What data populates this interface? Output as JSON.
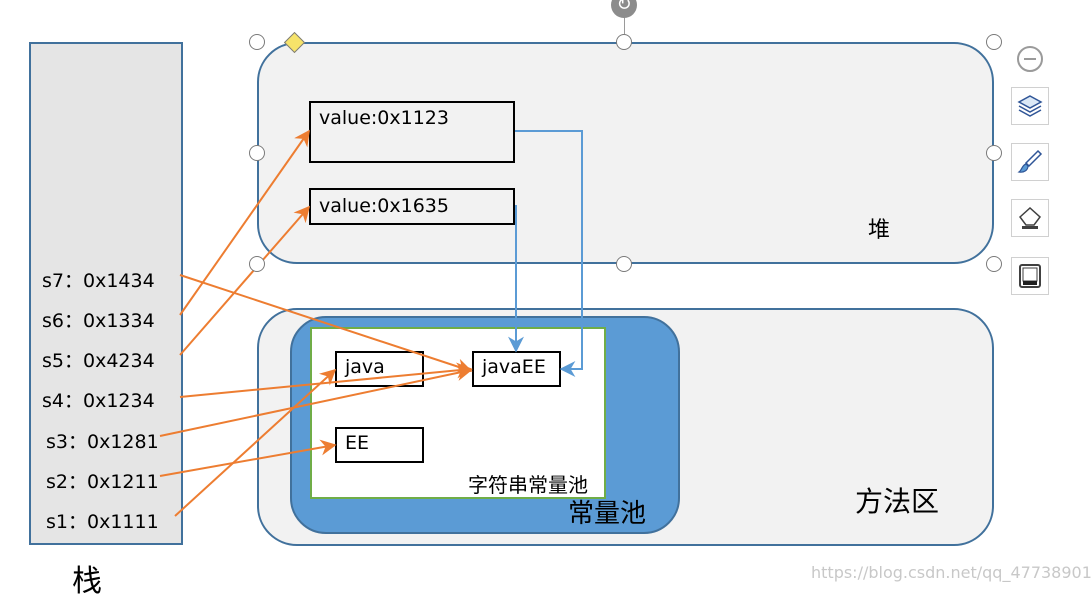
{
  "stack": {
    "title": "栈",
    "items": [
      {
        "label": "s7：0x1434"
      },
      {
        "label": "s6：0x1334"
      },
      {
        "label": "s5：0x4234"
      },
      {
        "label": "s4：0x1234"
      },
      {
        "label": "s3：0x1281"
      },
      {
        "label": "s2：0x1211"
      },
      {
        "label": "s1：0x1111"
      }
    ]
  },
  "heap": {
    "title": "堆",
    "objects": [
      {
        "label": "value:0x1123"
      },
      {
        "label": "value:0x1635"
      }
    ]
  },
  "method_area": {
    "title": "方法区",
    "constant_pool": {
      "title": "常量池",
      "string_pool": {
        "title": "字符串常量池",
        "entries": [
          {
            "label": "java"
          },
          {
            "label": "javaEE"
          },
          {
            "label": "EE"
          }
        ]
      }
    }
  },
  "toolbar": {
    "buttons": [
      "layers-icon",
      "brush-icon",
      "eraser-icon",
      "fill-icon"
    ]
  },
  "colors": {
    "stack_arrow": "#ed7d31",
    "heap_arrow": "#5b9bd5",
    "region_border": "#41719c",
    "pool_fill": "#5b9bd5",
    "string_pool_border": "#70ad47"
  },
  "watermark": "https://blog.csdn.net/qq_47738901"
}
